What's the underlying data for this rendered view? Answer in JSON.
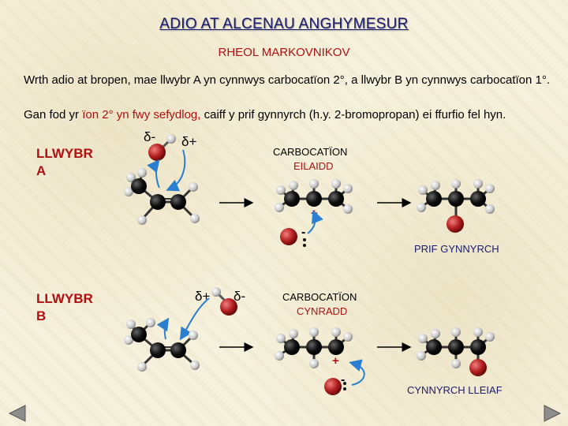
{
  "title": "ADIO AT ALCENAU ANGHYMESUR",
  "subtitle": "RHEOL MARKOVNIKOV",
  "intro": {
    "line1": "Wrth adio at bropen, mae llwybr A yn cynnwys carbocatïon 2°, a llwybr B yn cynnwys carbocatïon 1°.",
    "line2_prefix": "Gan fod yr ",
    "line2_highlight": "ïon 2° yn fwy sefydlog,",
    "line2_suffix": " caiff y prif gynnyrch (h.y. 2-bromopropan) ei ffurfio fel hyn."
  },
  "route_a": {
    "label_line1": "LLWYBR",
    "label_line2": "A",
    "polarity_left": "δ-",
    "polarity_right": "δ+",
    "carbocation_line1": "CARBOCATÏON",
    "carbocation_line2": "EILAIDD",
    "product_label": "PRIF GYNNYRCH",
    "cation_charge": "+",
    "anion_charge": "-"
  },
  "route_b": {
    "label_line1": "LLWYBR",
    "label_line2": "B",
    "polarity_left": "δ+",
    "polarity_right": "δ-",
    "carbocation_line1": "CARBOCATÏON",
    "carbocation_line2": "CYNRADD",
    "product_label": "CYNNYRCH LLEIAF",
    "cation_charge": "+",
    "anion_charge": "-"
  },
  "colors": {
    "title": "#1a1a6e",
    "accent_red": "#b01010",
    "bromine": "#b52020",
    "carbon": "#111111",
    "hydrogen": "#d8d8d8"
  },
  "nav": {
    "prev_icon": "triangle-left-icon",
    "next_icon": "triangle-right-icon"
  }
}
